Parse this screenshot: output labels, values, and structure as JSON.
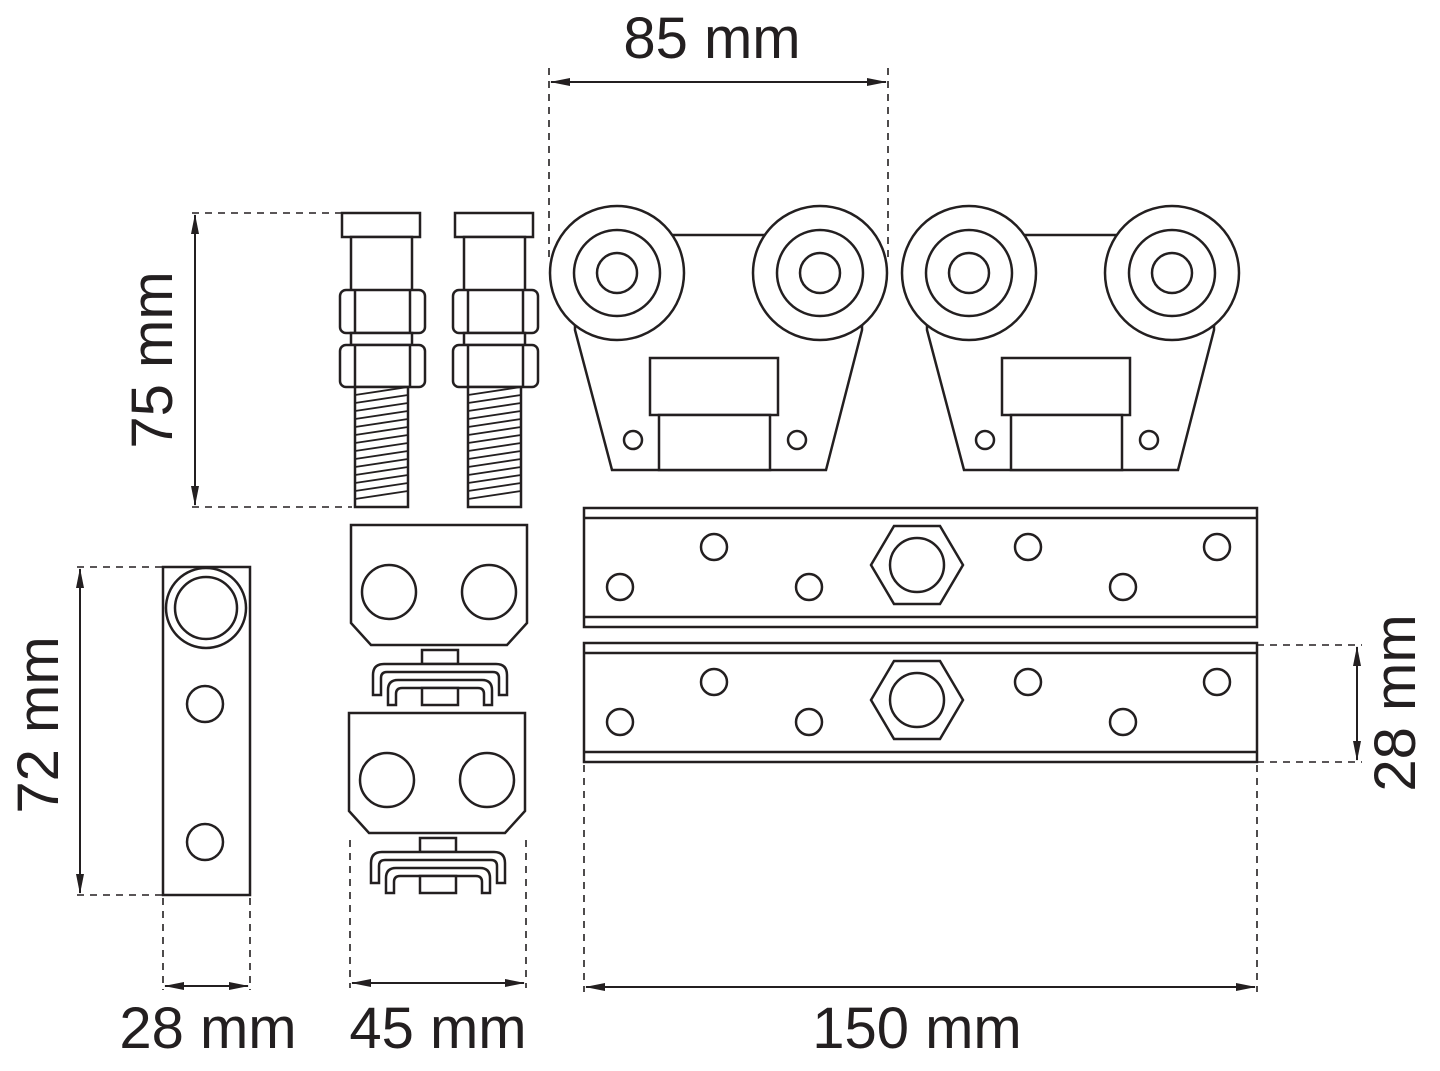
{
  "dimensions": {
    "trolley_wheelbase": "85 mm",
    "bolt_height": "75 mm",
    "bracket_height": "72 mm",
    "bracket_width": "28 mm",
    "clip_width": "45 mm",
    "plate_length": "150 mm",
    "plate_height": "28 mm"
  },
  "colors": {
    "line": "#231f20",
    "background": "#ffffff"
  }
}
